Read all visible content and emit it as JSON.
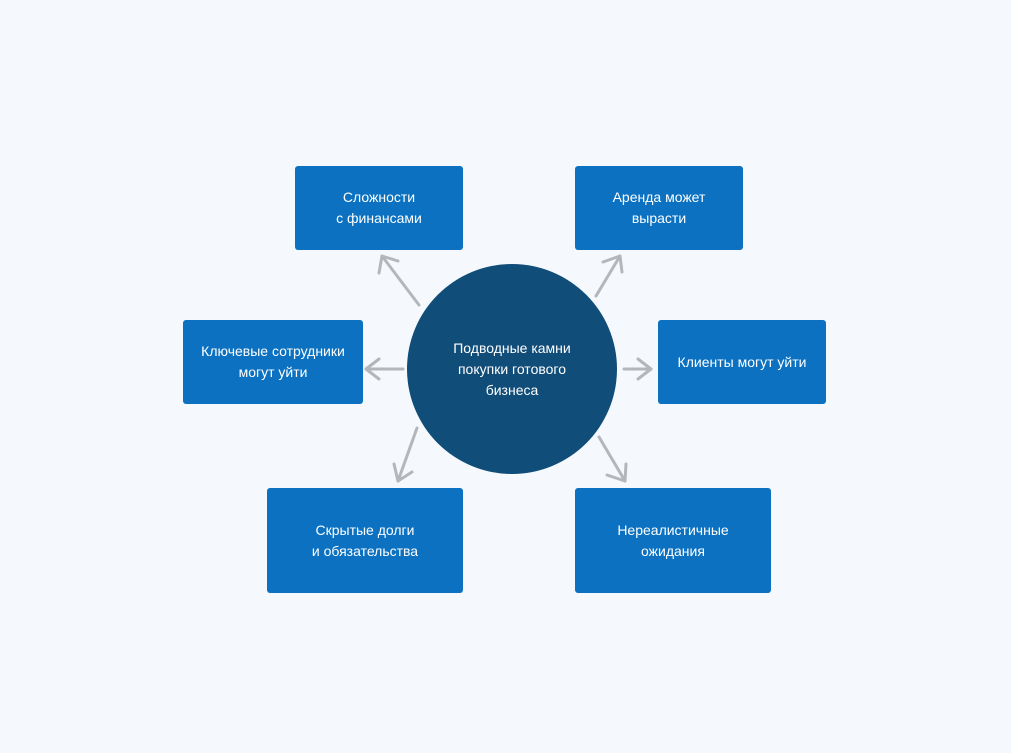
{
  "diagram": {
    "center": {
      "label": "Подводные камни\nпокупки готового\nбизнеса"
    },
    "nodes": [
      {
        "id": "finances",
        "label": "Сложности\nс финансами"
      },
      {
        "id": "rent",
        "label": "Аренда может\nвырасти"
      },
      {
        "id": "employees",
        "label": "Ключевые сотрудники\nмогут уйти"
      },
      {
        "id": "clients",
        "label": "Клиенты могут уйти"
      },
      {
        "id": "debts",
        "label": "Скрытые долги\nи обязательства"
      },
      {
        "id": "expectations",
        "label": "Нереалистичные\nожидания"
      }
    ]
  },
  "colors": {
    "background": "#f5f9fd",
    "node_fill": "#0b71c0",
    "center_fill": "#114d79",
    "arrow": "#b3b6bb",
    "text": "#ffffff"
  }
}
